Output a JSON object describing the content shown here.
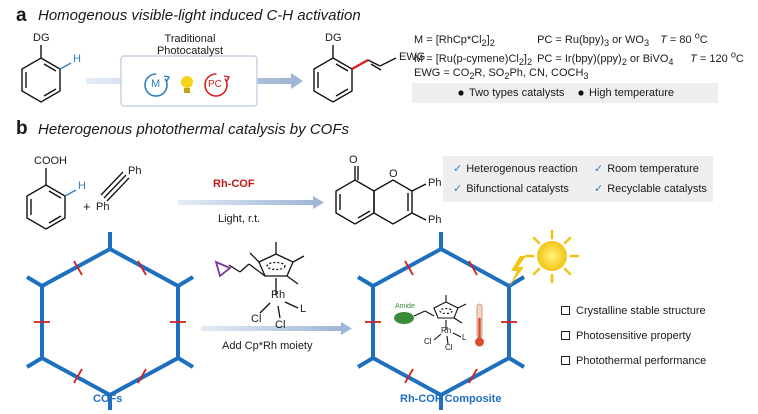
{
  "panel_a": {
    "letter": "a",
    "title": "Homogenous visible-light induced C-H activation",
    "substrate_dg": "DG",
    "substrate_h": "H",
    "photocatalyst_label_line1": "Traditional",
    "photocatalyst_label_line2": "Photocatalyst",
    "m_label": "M",
    "pc_label": "PC",
    "product_dg": "DG",
    "product_ewg": "EWG",
    "conditions": [
      {
        "m": "M = [RhCp*Cl2]2",
        "pc": "PC = Ru(bpy)3 or WO3",
        "t": "T = 80 oC"
      },
      {
        "m": "M = [Ru(p-cymene)Cl2]2",
        "pc": "PC = Ir(bpy)(ppy)2 or BiVO4",
        "t": "T = 120 oC"
      }
    ],
    "ewg_line": "EWG = CO2R, SO2Ph, CN, COCH3",
    "bullets": [
      "Two types catalysts",
      "High temperature"
    ]
  },
  "panel_b": {
    "letter": "b",
    "title": "Heterogenous photothermal catalysis by COFs",
    "cooh": "COOH",
    "h": "H",
    "plus": "+",
    "ph_top": "Ph",
    "ph_bottom": "Ph",
    "catalyst": "Rh-COF",
    "condition": "Light, r.t.",
    "product_ph1": "Ph",
    "product_ph2": "Ph",
    "product_o1": "O",
    "product_o2": "O",
    "features": [
      "Heterogenous reaction",
      "Room temperature",
      "Bifunctional catalysts",
      "Recyclable catalysts"
    ],
    "rh_label": "Rh",
    "cl_label": "Cl",
    "l_label": "L",
    "add_label": "Add Cp*Rh moiety",
    "cofs_label": "COFs",
    "amide_label": "Amide",
    "composite_label": "Rh-COF Composite",
    "properties": [
      "Crystalline stable structure",
      "Photosensitive property",
      "Photothermal performance"
    ]
  },
  "colors": {
    "accent_blue": "#1f6fc0",
    "red": "#d42020",
    "catalyst_red": "#c01818",
    "arrow": "#a9bedb",
    "sun": "#f7d21a",
    "amide": "#3a8a3a",
    "purple": "#7a3a9a"
  }
}
